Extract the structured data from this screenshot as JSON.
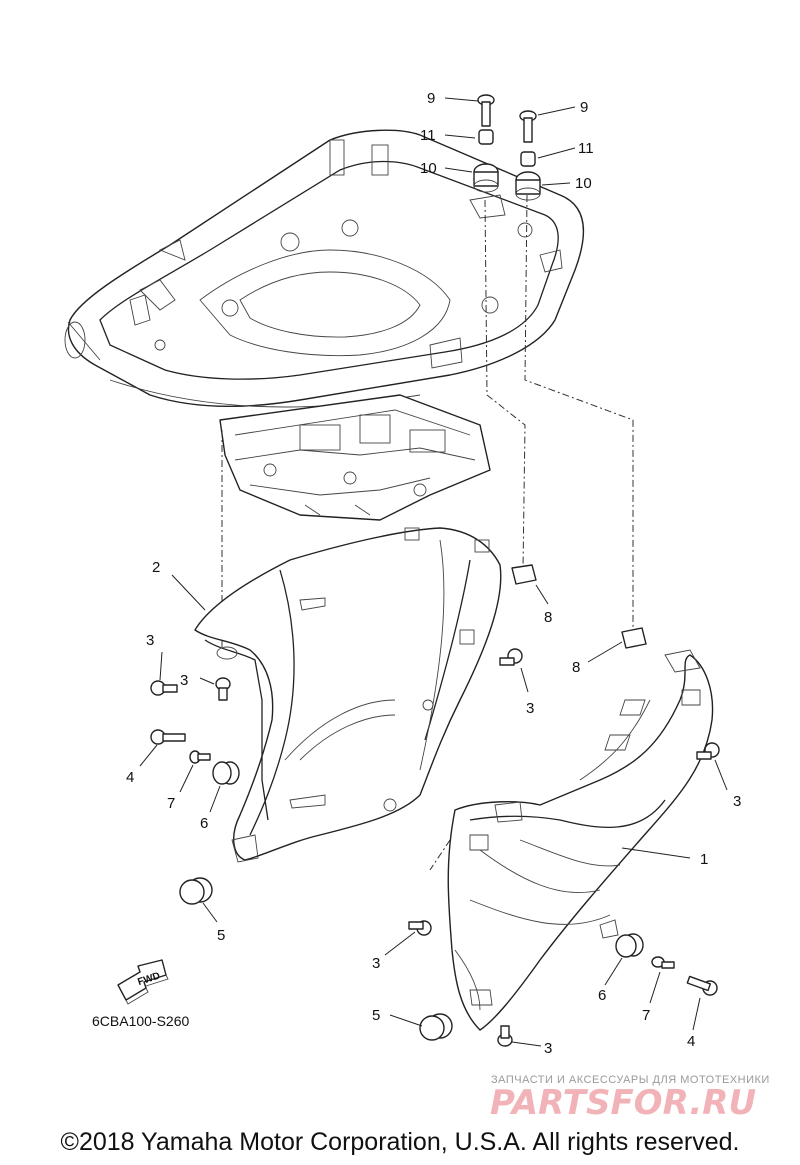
{
  "callouts": {
    "n1": "1",
    "n2": "2",
    "n3a": "3",
    "n3b": "3",
    "n3c": "3",
    "n3d": "3",
    "n3e": "3",
    "n3f": "3",
    "n4a": "4",
    "n4b": "4",
    "n5a": "5",
    "n5b": "5",
    "n6a": "6",
    "n6b": "6",
    "n7a": "7",
    "n7b": "7",
    "n8a": "8",
    "n8b": "8",
    "n9a": "9",
    "n9b": "9",
    "n10a": "10",
    "n10b": "10",
    "n11a": "11",
    "n11b": "11"
  },
  "fwd_label": "FWD",
  "diagram_code": "6CBA100-S260",
  "watermark": {
    "tagline": "ЗАПЧАСТИ И АКСЕССУАРЫ ДЛЯ МОТОТЕХНИКИ",
    "brand": "PARTSFOR.RU"
  },
  "copyright": "©2018 Yamaha Motor Corporation, U.S.A. All rights reserved."
}
